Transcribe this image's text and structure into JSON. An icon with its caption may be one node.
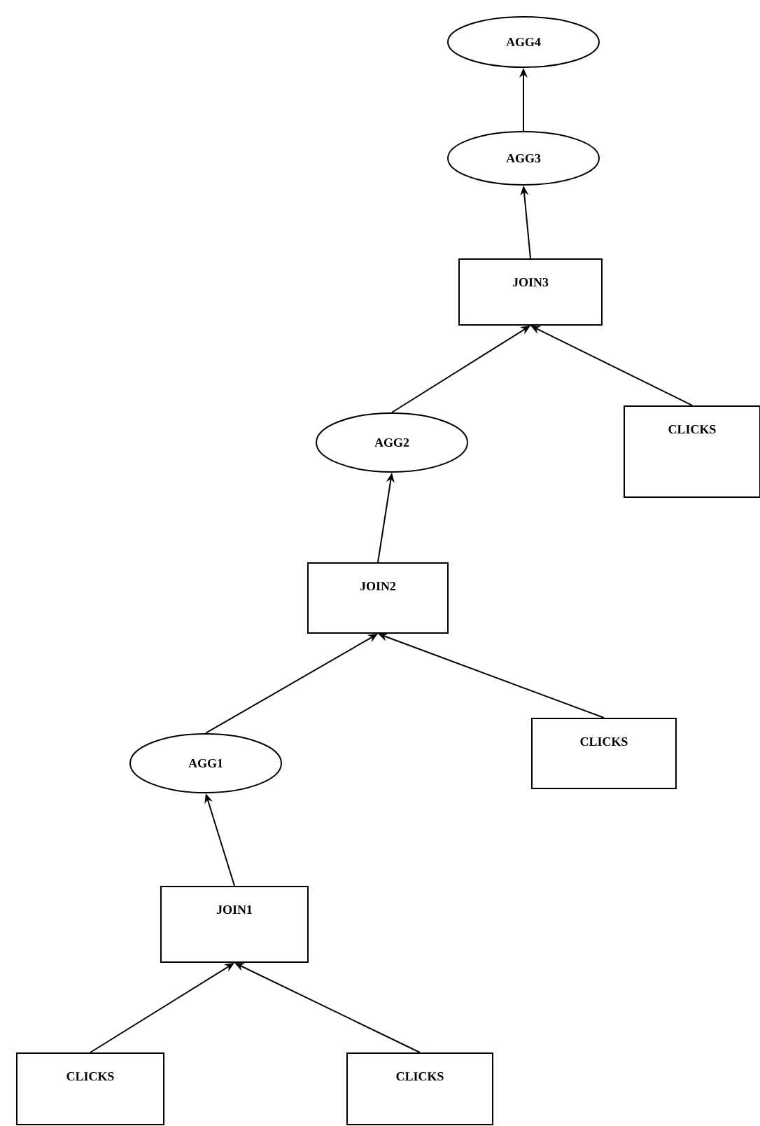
{
  "diagram": {
    "nodes": [
      {
        "text": [
          "AGG4"
        ]
      },
      {
        "text": [
          "AGG3"
        ]
      },
      {
        "text": [
          "JOIN3"
        ]
      },
      {
        "text": [
          "AGG2"
        ]
      },
      {
        "text": [
          "CLICKS"
        ]
      },
      {
        "text": [
          "JOIN2"
        ]
      },
      {
        "text": [
          "AGG1"
        ]
      },
      {
        "text": [
          "CLICKS"
        ]
      },
      {
        "text": [
          "JOIN1"
        ]
      },
      {
        "text": [
          "CLICKS"
        ]
      },
      {
        "text": [
          "CLICKS"
        ]
      }
    ],
    "edges": [
      {
        "from": 1,
        "to": 0,
        "arrow": "to"
      },
      {
        "from": 2,
        "to": 1,
        "arrow": "to"
      },
      {
        "from": 3,
        "to": 2,
        "arrow": "to"
      },
      {
        "from": 4,
        "to": 2,
        "arrow": "to"
      },
      {
        "from": 5,
        "to": 3,
        "arrow": "to"
      },
      {
        "from": 6,
        "to": 5,
        "arrow": "to"
      },
      {
        "from": 7,
        "to": 5,
        "arrow": "to"
      },
      {
        "from": 8,
        "to": 6,
        "arrow": "to"
      },
      {
        "from": 9,
        "to": 8,
        "arrow": "to"
      },
      {
        "from": 10,
        "to": 8,
        "arrow": "to"
      }
    ]
  }
}
